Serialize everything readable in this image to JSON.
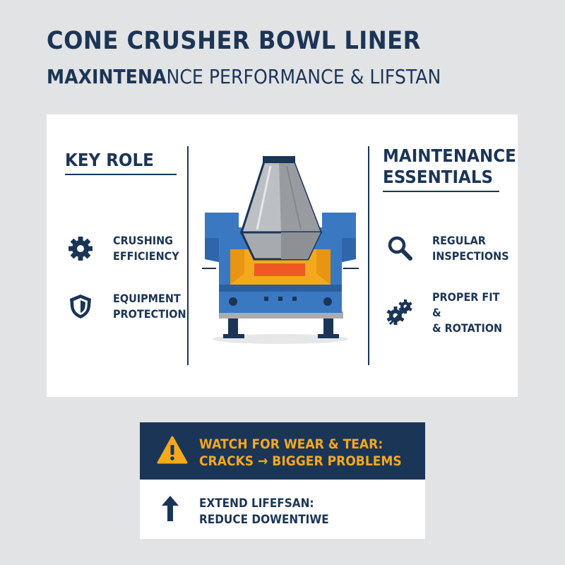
{
  "header": {
    "title": "CONE CRUSHER BOWL LINER",
    "subtitle_bold": "MAXINTENA",
    "subtitle_rest": "NCE PERFORMANCE & LIFSTAN"
  },
  "key_role": {
    "heading": "KEY ROLE",
    "items": [
      {
        "icon": "gear-icon",
        "label": "CRUSHING\nEFFICIENCY"
      },
      {
        "icon": "shield-icon",
        "label": "EQUIPMENT\nPROTECTION"
      }
    ]
  },
  "maintenance": {
    "heading": "MAINTENANCE\nESSENTIALS",
    "items": [
      {
        "icon": "magnifier-icon",
        "label": "REGULAR\nINSPECTIONS"
      },
      {
        "icon": "gears-icon",
        "label": "PROPER FIT &\n& ROTATION"
      }
    ]
  },
  "illustration": {
    "icon": "cone-crusher-icon"
  },
  "warning": {
    "icon": "warning-icon",
    "text": "WATCH FOR WEAR & TEAR:\nCRACKS → BIGGER PROBLEMS"
  },
  "extend": {
    "icon": "arrow-up-icon",
    "text": "EXTEND LIFEFSAN:\nREDUCE DOWENTIWE"
  },
  "colors": {
    "navy": "#1b3556",
    "blue": "#3a78c2",
    "orange": "#f4a81d",
    "red_orange": "#ef5a24",
    "steel": "#a9adb2"
  }
}
